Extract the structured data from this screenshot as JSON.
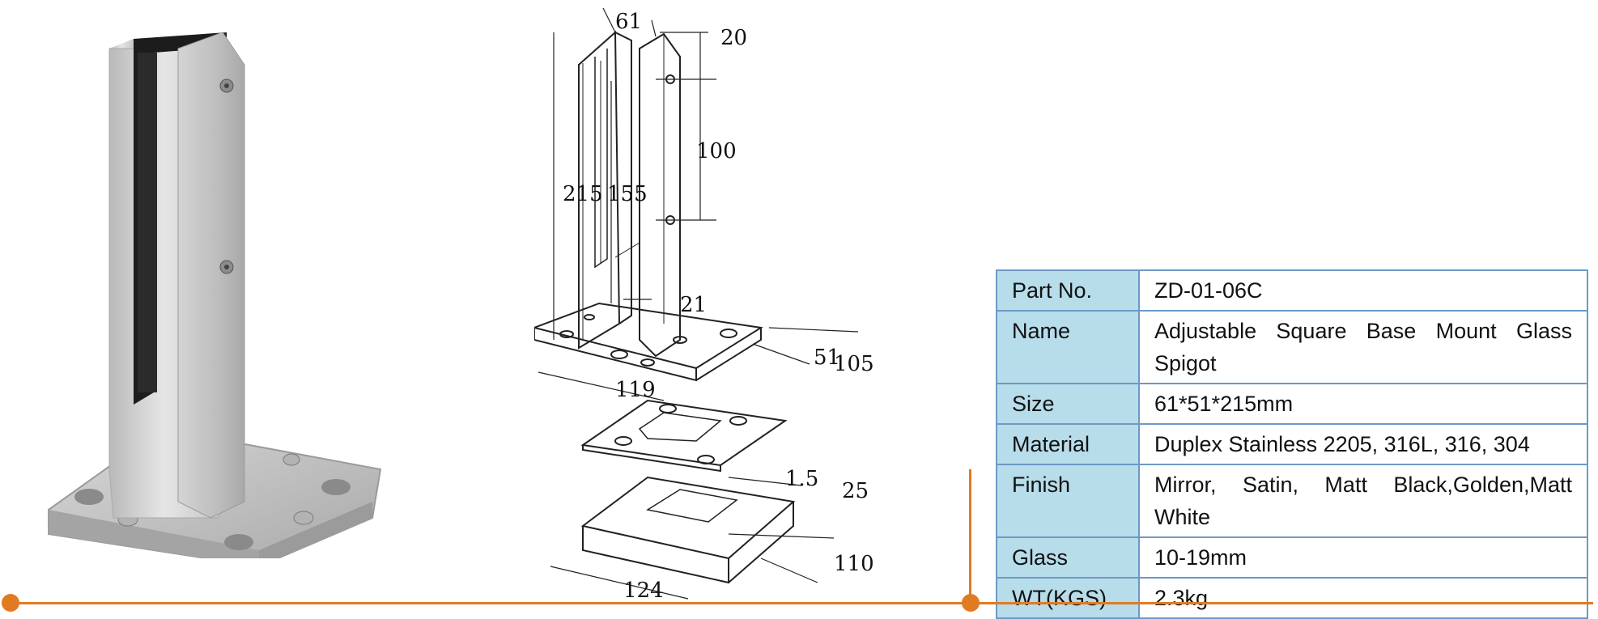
{
  "drawing": {
    "dimensions": {
      "width_top": "61",
      "depth_top": "20",
      "hole_spacing": "100",
      "total_height": "215",
      "slot_height": "155",
      "slot_width": "21",
      "base_depth": "51",
      "base_width_right": "105",
      "base_width": "119",
      "gasket_thickness": "1.5",
      "cover_height": "25",
      "cover_width_right": "110",
      "cover_width": "124"
    }
  },
  "specs": {
    "rows": [
      {
        "key": "Part No.",
        "value": "ZD-01-06C"
      },
      {
        "key": "Name",
        "value": "Adjustable Square Base Mount Glass Spigot"
      },
      {
        "key": "Size",
        "value": "61*51*215mm"
      },
      {
        "key": "Material",
        "value": "Duplex Stainless 2205, 316L, 316, 304"
      },
      {
        "key": "Finish",
        "value": "Mirror, Satin, Matt Black,Golden,Matt White"
      },
      {
        "key": "Glass",
        "value": "10-19mm"
      },
      {
        "key": "WT(KGS)",
        "value": "2.3kg"
      }
    ]
  },
  "colors": {
    "accent": "#e07b22",
    "table_border": "#6d99c6",
    "table_key_bg": "#b7dcea"
  }
}
